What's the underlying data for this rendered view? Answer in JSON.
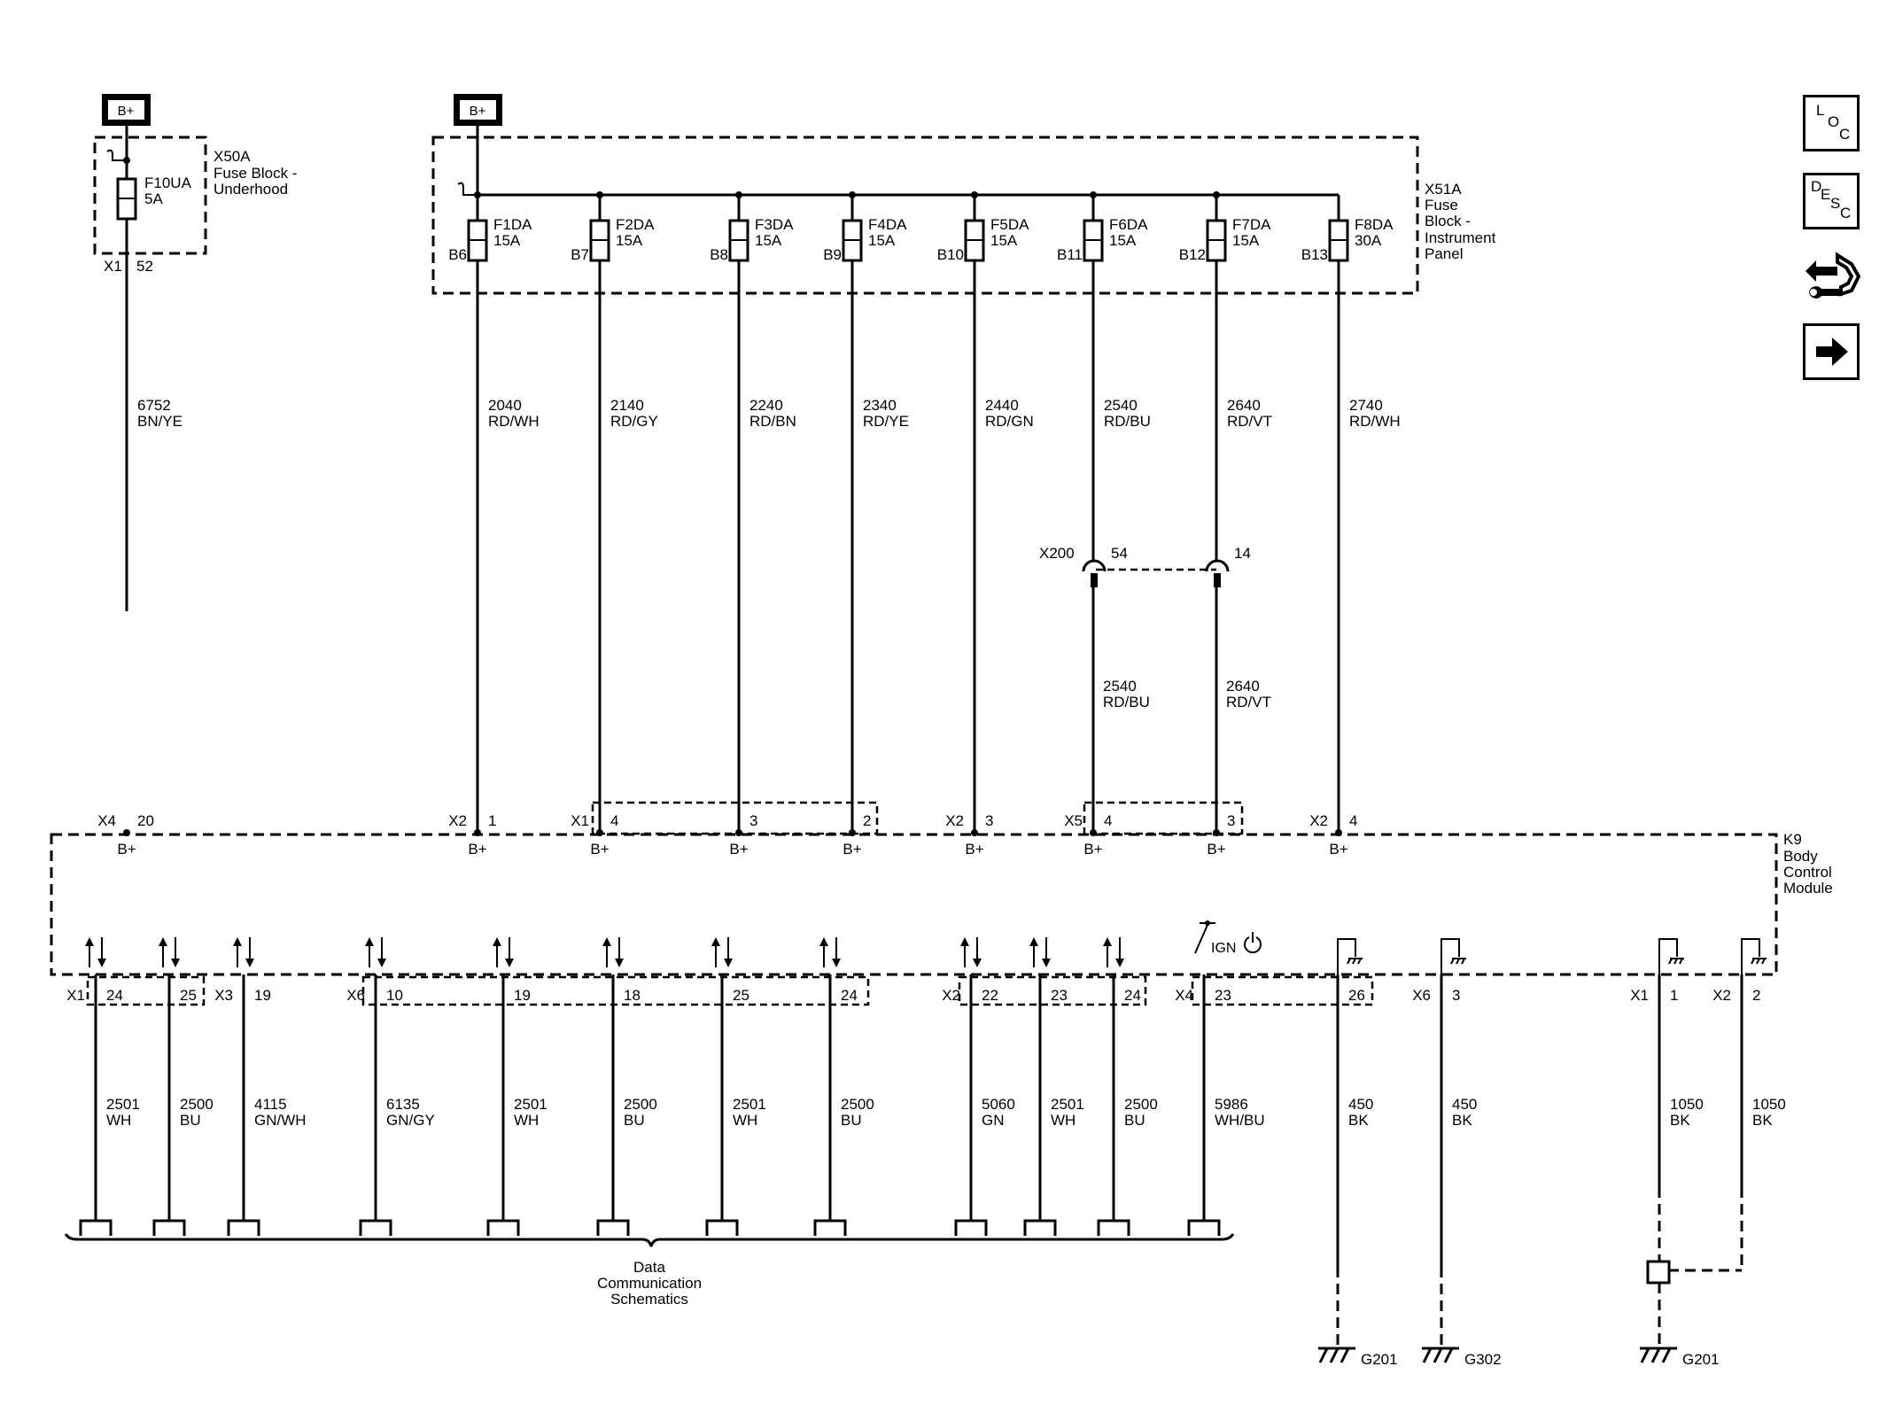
{
  "supply": {
    "batt1": "B+",
    "batt2": "B+"
  },
  "fuse_block_underhood": {
    "ref": "X50A",
    "name_line1": "Fuse Block -",
    "name_line2": "Underhood",
    "fuse": "F10UA",
    "rating": "5A",
    "connector": "X1",
    "pin": "52"
  },
  "fuse_block_ip": {
    "ref": "X51A",
    "name_line1": "Fuse",
    "name_line2": "Block -",
    "name_line3": "Instrument",
    "name_line4": "Panel",
    "fuses": [
      {
        "name": "F1DA",
        "rating": "15A",
        "pin": "B6"
      },
      {
        "name": "F2DA",
        "rating": "15A",
        "pin": "B7"
      },
      {
        "name": "F3DA",
        "rating": "15A",
        "pin": "B8"
      },
      {
        "name": "F4DA",
        "rating": "15A",
        "pin": "B9"
      },
      {
        "name": "F5DA",
        "rating": "15A",
        "pin": "B10"
      },
      {
        "name": "F6DA",
        "rating": "15A",
        "pin": "B11"
      },
      {
        "name": "F7DA",
        "rating": "15A",
        "pin": "B12"
      },
      {
        "name": "F8DA",
        "rating": "30A",
        "pin": "B13"
      }
    ]
  },
  "upper_wires": [
    {
      "circuit": "6752",
      "color": "BN/YE"
    },
    {
      "circuit": "2040",
      "color": "RD/WH"
    },
    {
      "circuit": "2140",
      "color": "RD/GY"
    },
    {
      "circuit": "2240",
      "color": "RD/BN"
    },
    {
      "circuit": "2340",
      "color": "RD/YE"
    },
    {
      "circuit": "2440",
      "color": "RD/GN"
    },
    {
      "circuit": "2540",
      "color": "RD/BU"
    },
    {
      "circuit": "2640",
      "color": "RD/VT"
    },
    {
      "circuit": "2740",
      "color": "RD/WH"
    }
  ],
  "inline_connector": {
    "ref": "X200",
    "pin_a": "54",
    "pin_b": "14",
    "wires": [
      {
        "circuit": "2540",
        "color": "RD/BU"
      },
      {
        "circuit": "2640",
        "color": "RD/VT"
      }
    ]
  },
  "module_top_pins": [
    {
      "conn": "X4",
      "pin": "20",
      "label": "B+"
    },
    {
      "conn": "X2",
      "pin": "1",
      "label": "B+"
    },
    {
      "conn": "X1",
      "pin": "4",
      "label": "B+"
    },
    {
      "conn": "",
      "pin": "3",
      "label": "B+"
    },
    {
      "conn": "",
      "pin": "2",
      "label": "B+"
    },
    {
      "conn": "X2",
      "pin": "3",
      "label": "B+"
    },
    {
      "conn": "X5",
      "pin": "4",
      "label": "B+"
    },
    {
      "conn": "",
      "pin": "3",
      "label": "B+"
    },
    {
      "conn": "X2",
      "pin": "4",
      "label": "B+"
    }
  ],
  "module": {
    "ref": "K9",
    "name_line1": "Body",
    "name_line2": "Control",
    "name_line3": "Module",
    "ign_label": "IGN"
  },
  "module_bottom_pins": [
    {
      "conn": "X1",
      "pin": "24",
      "circuit": "2501",
      "color": "WH"
    },
    {
      "conn": "",
      "pin": "25",
      "circuit": "2500",
      "color": "BU"
    },
    {
      "conn": "X3",
      "pin": "19",
      "circuit": "4115",
      "color": "GN/WH"
    },
    {
      "conn": "X6",
      "pin": "10",
      "circuit": "6135",
      "color": "GN/GY"
    },
    {
      "conn": "",
      "pin": "19",
      "circuit": "2501",
      "color": "WH"
    },
    {
      "conn": "",
      "pin": "18",
      "circuit": "2500",
      "color": "BU"
    },
    {
      "conn": "",
      "pin": "25",
      "circuit": "2501",
      "color": "WH"
    },
    {
      "conn": "",
      "pin": "24",
      "circuit": "2500",
      "color": "BU"
    },
    {
      "conn": "X2",
      "pin": "22",
      "circuit": "5060",
      "color": "GN"
    },
    {
      "conn": "",
      "pin": "23",
      "circuit": "2501",
      "color": "WH"
    },
    {
      "conn": "",
      "pin": "24",
      "circuit": "2500",
      "color": "BU"
    },
    {
      "conn": "X4",
      "pin": "23",
      "circuit": "5986",
      "color": "WH/BU"
    },
    {
      "conn": "",
      "pin": "26",
      "circuit": "450",
      "color": "BK"
    },
    {
      "conn": "X6",
      "pin": "3",
      "circuit": "450",
      "color": "BK"
    },
    {
      "conn": "X1",
      "pin": "1",
      "circuit": "1050",
      "color": "BK"
    },
    {
      "conn": "X2",
      "pin": "2",
      "circuit": "1050",
      "color": "BK"
    }
  ],
  "data_comm": {
    "line1": "Data",
    "line2": "Communication",
    "line3": "Schematics"
  },
  "grounds": [
    "G201",
    "G302",
    "G201"
  ],
  "sidebar": {
    "loc": [
      "L",
      "O",
      "C"
    ],
    "desc": [
      "D",
      "E",
      "S",
      "C"
    ]
  },
  "colors": {
    "line": "#000000",
    "background": "#ffffff"
  }
}
